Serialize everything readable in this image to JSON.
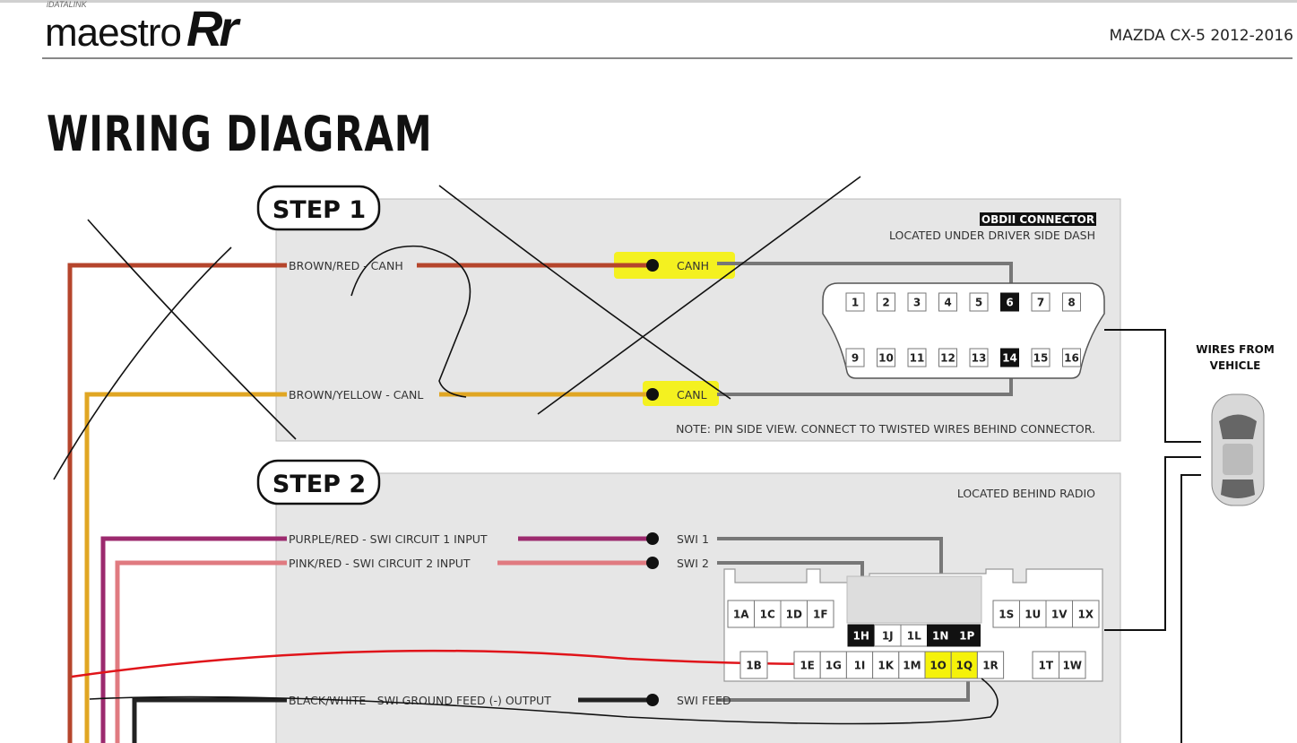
{
  "header": {
    "logo_small": "iDATALINK",
    "logo_text": "maestro",
    "logo_mark": "Rr",
    "vehicle": "MAZDA CX-5   2012-2016"
  },
  "title": "WIRING DIAGRAM",
  "step1": {
    "label": "STEP 1",
    "connector_title": "OBDII CONNECTOR",
    "location": "LOCATED UNDER DRIVER SIDE DASH",
    "wire1_label": "BROWN/RED - CANH",
    "wire1_end": "CANH",
    "wire2_label": "BROWN/YELLOW - CANL",
    "wire2_end": "CANL",
    "pins_top": [
      "1",
      "2",
      "3",
      "4",
      "5",
      "6",
      "7",
      "8"
    ],
    "pins_bottom": [
      "9",
      "10",
      "11",
      "12",
      "13",
      "14",
      "15",
      "16"
    ],
    "note": "NOTE: PIN SIDE VIEW. CONNECT TO TWISTED WIRES BEHIND CONNECTOR."
  },
  "step2": {
    "label": "STEP 2",
    "location": "LOCATED BEHIND RADIO",
    "wire1_label": "PURPLE/RED  - SWI CIRCUIT 1 INPUT",
    "wire1_end": "SWI 1",
    "wire2_label": "PINK/RED  - SWI CIRCUIT 2 INPUT",
    "wire2_end": "SWI 2",
    "wire3_label": "BLACK/WHITE - SWI GROUND FEED (-) OUTPUT",
    "wire3_end": "SWI FEED",
    "pins_left_top": [
      "1A",
      "1C",
      "1D",
      "1F"
    ],
    "pins_mid_top": [
      "1H",
      "1J",
      "1L",
      "1N",
      "1P"
    ],
    "pins_right_top": [
      "1S",
      "1U",
      "1V",
      "1X"
    ],
    "pins_left_bottom": [
      "1B"
    ],
    "pins_mid_bottom": [
      "1E",
      "1G",
      "1I",
      "1K",
      "1M",
      "1O",
      "1Q",
      "1R"
    ],
    "pins_right_bottom": [
      "1T",
      "1W"
    ]
  },
  "vehicle_side": {
    "label_line1": "WIRES FROM",
    "label_line2": "VEHICLE"
  },
  "colors": {
    "brown_red": "#b5452c",
    "brown_yellow": "#e0a623",
    "purple_red": "#9c2a6e",
    "pink_red": "#e07a80",
    "highlight": "#f5f20a",
    "panel": "#e6e6e6",
    "annotation_red": "#e0141a"
  }
}
